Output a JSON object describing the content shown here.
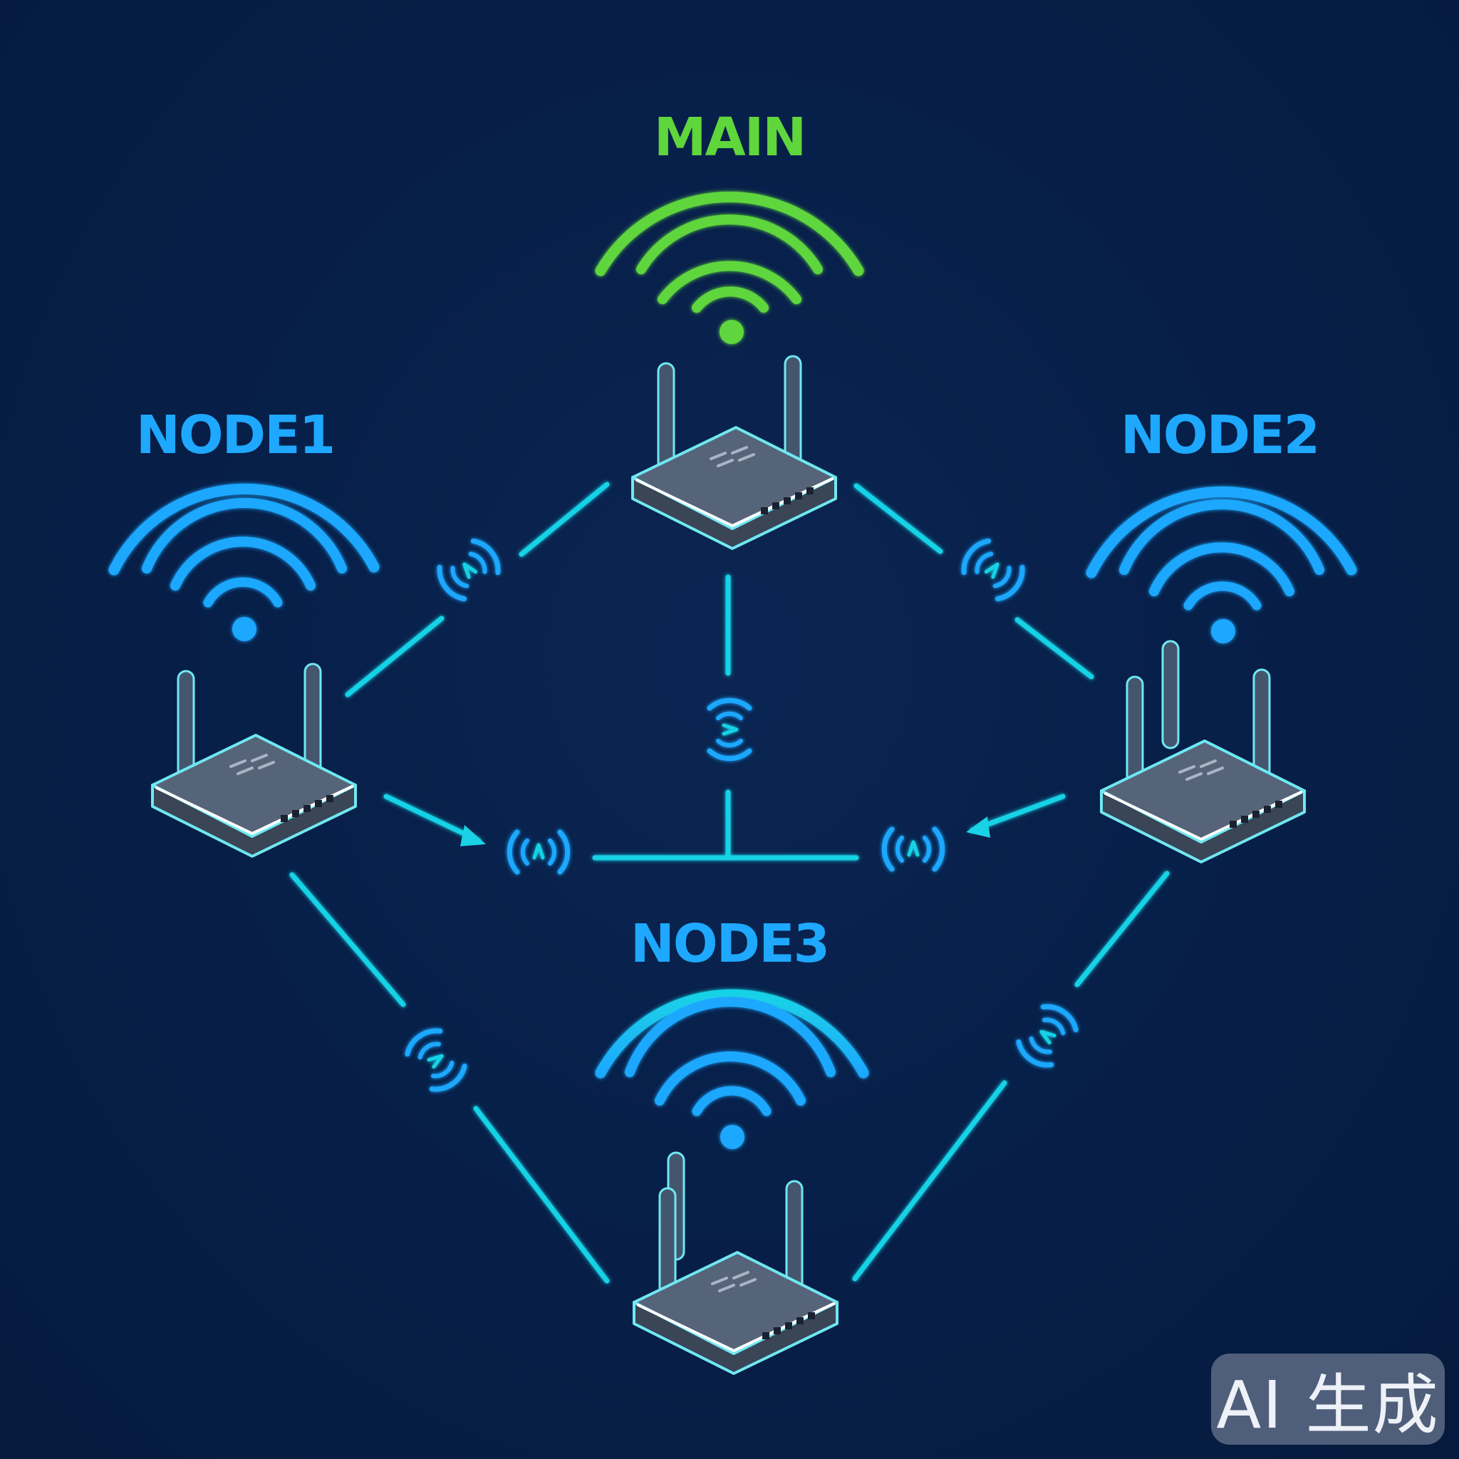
{
  "colors": {
    "main": "#5fd63c",
    "node_blue": "#1ea8ff",
    "link": "#19d2e6",
    "router_top": "#4d5a6d",
    "router_side": "#3a4556",
    "router_outline": "#6fe8f2"
  },
  "nodes": {
    "main": {
      "label": "MAIN"
    },
    "node1": {
      "label": "NODE1"
    },
    "node2": {
      "label": "NODE2"
    },
    "node3": {
      "label": "NODE3"
    }
  },
  "icons": {
    "wifi_signal": "wifi-signal-icon",
    "router": "router-icon",
    "link_signal": "link-signal-icon"
  },
  "badge": {
    "text": "AI 生成"
  }
}
